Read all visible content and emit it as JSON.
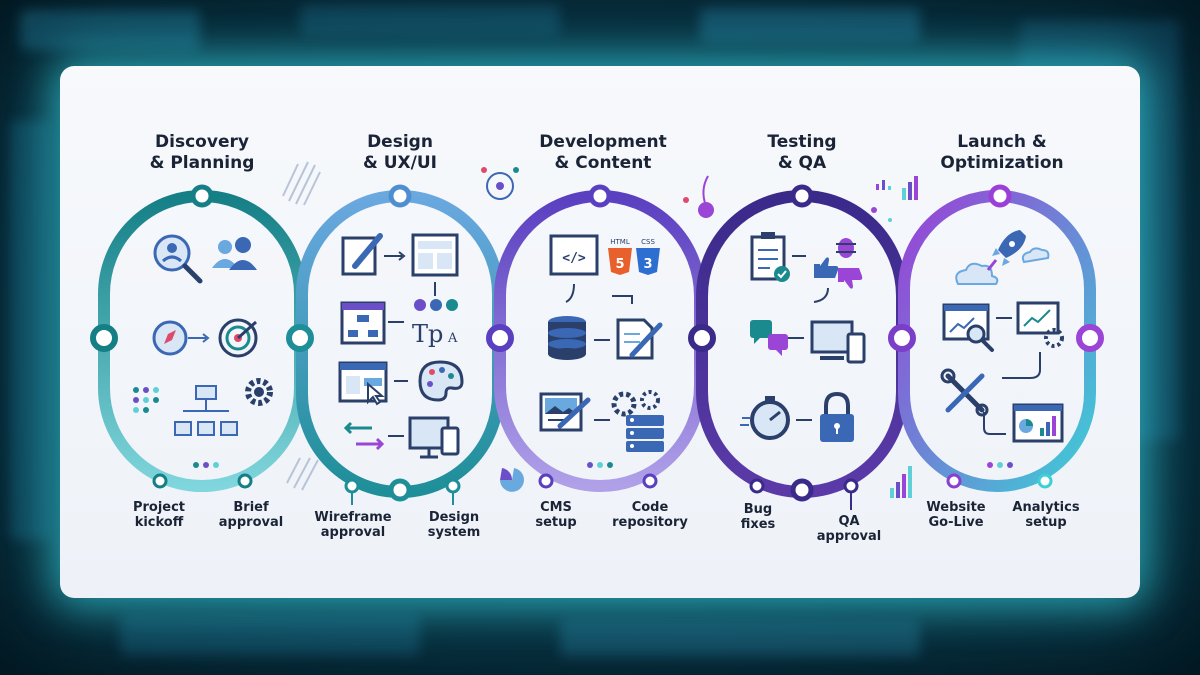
{
  "stages": [
    {
      "title_line1": "Discovery",
      "title_line2": "& Planning",
      "color": "#1a8a8f",
      "milestones": [
        {
          "line1": "Project",
          "line2": "kickoff"
        },
        {
          "line1": "Brief",
          "line2": "approval"
        }
      ],
      "icons": [
        "user-search-icon",
        "users-icon",
        "compass-icon",
        "target-icon",
        "flowchart-icon",
        "gear-icon"
      ]
    },
    {
      "title_line1": "Design",
      "title_line2": "& UX/UI",
      "color": "#1f9aa0",
      "milestones": [
        {
          "line1": "Wireframe",
          "line2": "approval"
        },
        {
          "line1": "Design",
          "line2": "system"
        }
      ],
      "icons": [
        "pencil-note-icon",
        "wireframe-icon",
        "sitemap-icon",
        "typography-icon",
        "ui-click-icon",
        "palette-icon",
        "swap-arrows-icon",
        "devices-icon"
      ],
      "typo_label": "Tp"
    },
    {
      "title_line1": "Development",
      "title_line2": "& Content",
      "color": "#6b4fc8",
      "milestones": [
        {
          "line1": "CMS",
          "line2": "setup"
        },
        {
          "line1": "Code",
          "line2": "repository"
        }
      ],
      "icons": [
        "code-window-icon",
        "html5-icon",
        "css3-icon",
        "database-icon",
        "document-edit-icon",
        "image-edit-icon",
        "server-gear-icon"
      ],
      "html_label": "HTML",
      "css_label": "CSS",
      "html_num": "5",
      "css_num": "3"
    },
    {
      "title_line1": "Testing",
      "title_line2": "& QA",
      "color": "#4a2f9a",
      "milestones": [
        {
          "line1": "Bug",
          "line2": "fixes"
        },
        {
          "line1": "QA",
          "line2": "approval"
        }
      ],
      "icons": [
        "checklist-icon",
        "bug-icon",
        "thumbs-up-icon",
        "thumbs-down-icon",
        "feedback-icon",
        "responsive-icon",
        "stopwatch-icon",
        "lock-icon"
      ]
    },
    {
      "title_line1": "Launch &",
      "title_line2": "Optimization",
      "color": "#8a3fd1",
      "milestones": [
        {
          "line1": "Website",
          "line2": "Go-Live"
        },
        {
          "line1": "Analytics",
          "line2": "setup"
        }
      ],
      "icons": [
        "rocket-icon",
        "cloud-icon",
        "analytics-search-icon",
        "trend-gear-icon",
        "tools-icon",
        "report-icon"
      ]
    }
  ],
  "colors": {
    "teal": "#1a8a8f",
    "teal_light": "#5fd0d6",
    "purple": "#6b4fc8",
    "deep_purple": "#3b2a8a",
    "violet": "#9a45d6",
    "icon_blue": "#3a68b5",
    "icon_light": "#d8e6f6"
  }
}
